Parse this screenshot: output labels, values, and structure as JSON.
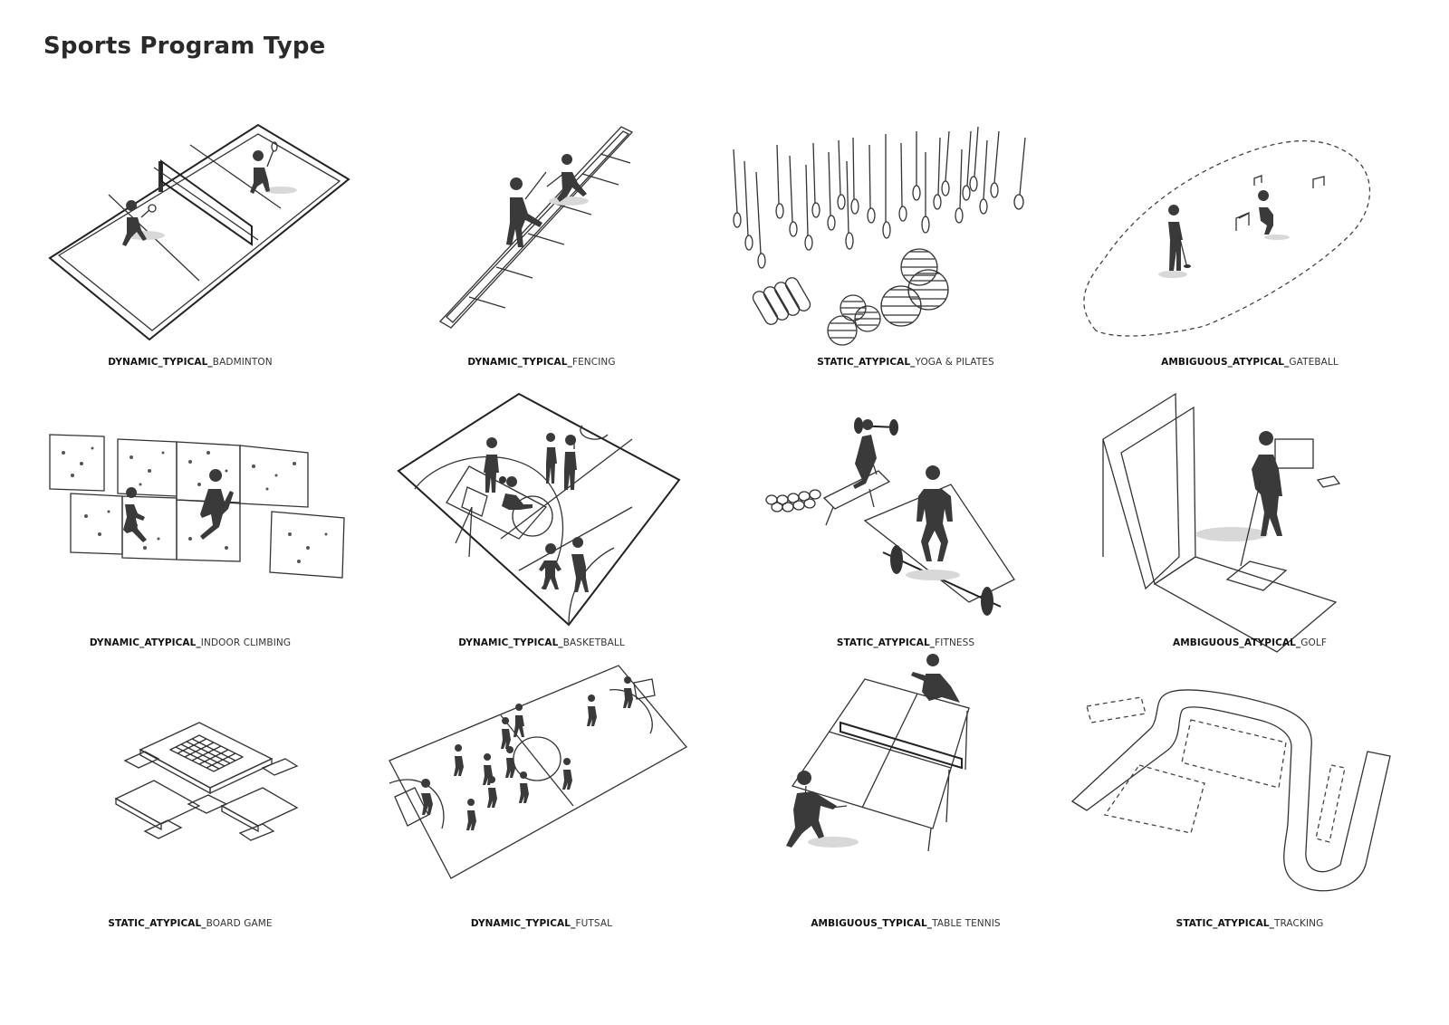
{
  "page": {
    "title": "Sports Program Type"
  },
  "programs": [
    {
      "category": "DYNAMIC_TYPICAL_",
      "name": "BADMINTON"
    },
    {
      "category": "DYNAMIC_TYPICAL_",
      "name": "FENCING"
    },
    {
      "category": "STATIC_ATYPICAL_",
      "name": "YOGA & PILATES"
    },
    {
      "category": "AMBIGUOUS_ATYPICAL_",
      "name": "GATEBALL"
    },
    {
      "category": "DYNAMIC_ATYPICAL_",
      "name": "INDOOR CLIMBING"
    },
    {
      "category": "DYNAMIC_TYPICAL_",
      "name": "BASKETBALL"
    },
    {
      "category": "STATIC_ATYPICAL_",
      "name": "FITNESS"
    },
    {
      "category": "AMBIGUOUS_ATYPICAL_",
      "name": "GOLF"
    },
    {
      "category": "STATIC_ATYPICAL_",
      "name": "BOARD GAME"
    },
    {
      "category": "DYNAMIC_TYPICAL_",
      "name": "FUTSAL"
    },
    {
      "category": "AMBIGUOUS_TYPICAL_",
      "name": "TABLE TENNIS"
    },
    {
      "category": "STATIC_ATYPICAL_",
      "name": "TRACKING"
    }
  ]
}
